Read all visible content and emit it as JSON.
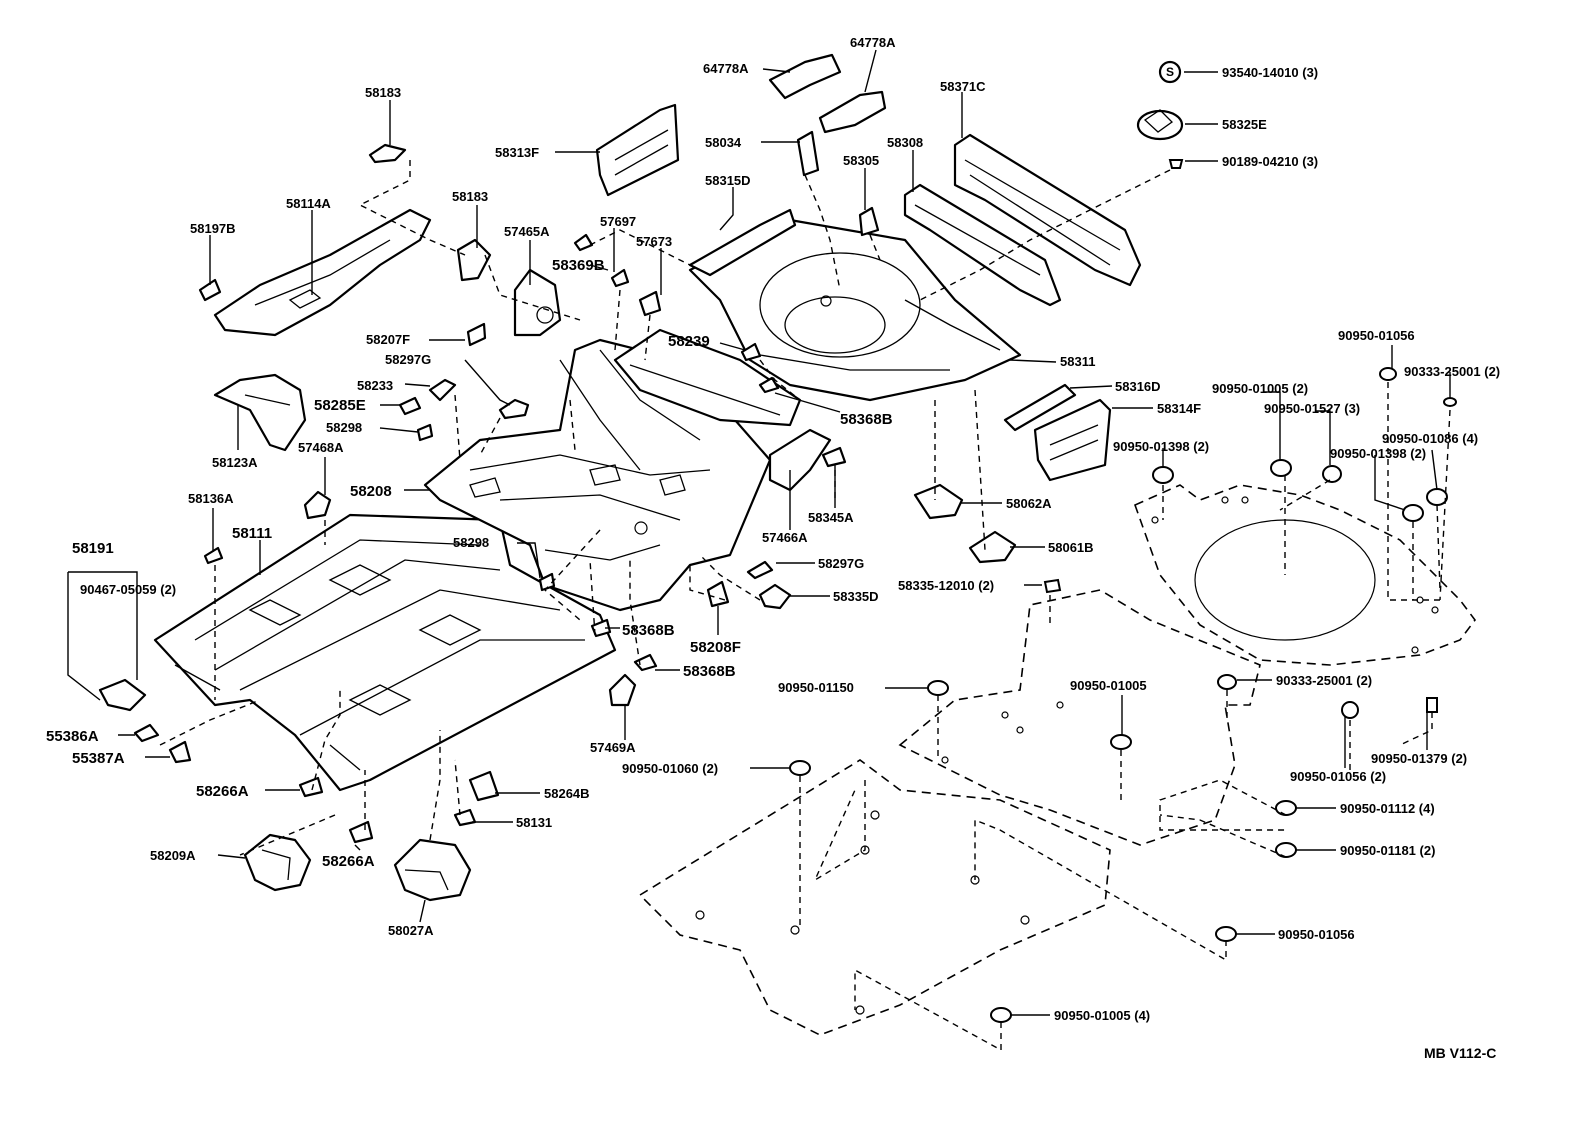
{
  "diagram": {
    "code": "MB V112-C",
    "service_mark": "S",
    "labels": [
      "58183",
      "58183",
      "64778A",
      "64778A",
      "58371C",
      "93540-14010 (3)",
      "58325E",
      "90189-04210 (3)",
      "58313F",
      "58034",
      "58308",
      "58305",
      "58315D",
      "58197B",
      "58114A",
      "57697",
      "57465A",
      "57673",
      "58369B",
      "58311",
      "58207F",
      "58239",
      "58297G",
      "58233",
      "58285E",
      "58316D",
      "58368B",
      "58314F",
      "58298",
      "58123A",
      "57468A",
      "90950-01056",
      "90333-25001 (2)",
      "90950-01005 (2)",
      "90950-01527 (3)",
      "90950-01086 (4)",
      "90950-01398 (2)",
      "90950-01398 (2)",
      "58062A",
      "58208",
      "57466A",
      "58345A",
      "58136A",
      "58111",
      "58191",
      "90467-05059 (2)",
      "58298",
      "58061B",
      "58297G",
      "58335-12010 (2)",
      "58335D",
      "58368B",
      "58208F",
      "58368B",
      "90950-01150",
      "90950-01005",
      "90333-25001 (2)",
      "55386A",
      "57469A",
      "90950-01379 (2)",
      "55387A",
      "90950-01060 (2)",
      "90950-01056 (2)",
      "58266A",
      "58264B",
      "90950-01112 (4)",
      "58131",
      "90950-01181 (2)",
      "58209A",
      "58266A",
      "58027A",
      "90950-01056",
      "90950-01005 (4)"
    ]
  }
}
